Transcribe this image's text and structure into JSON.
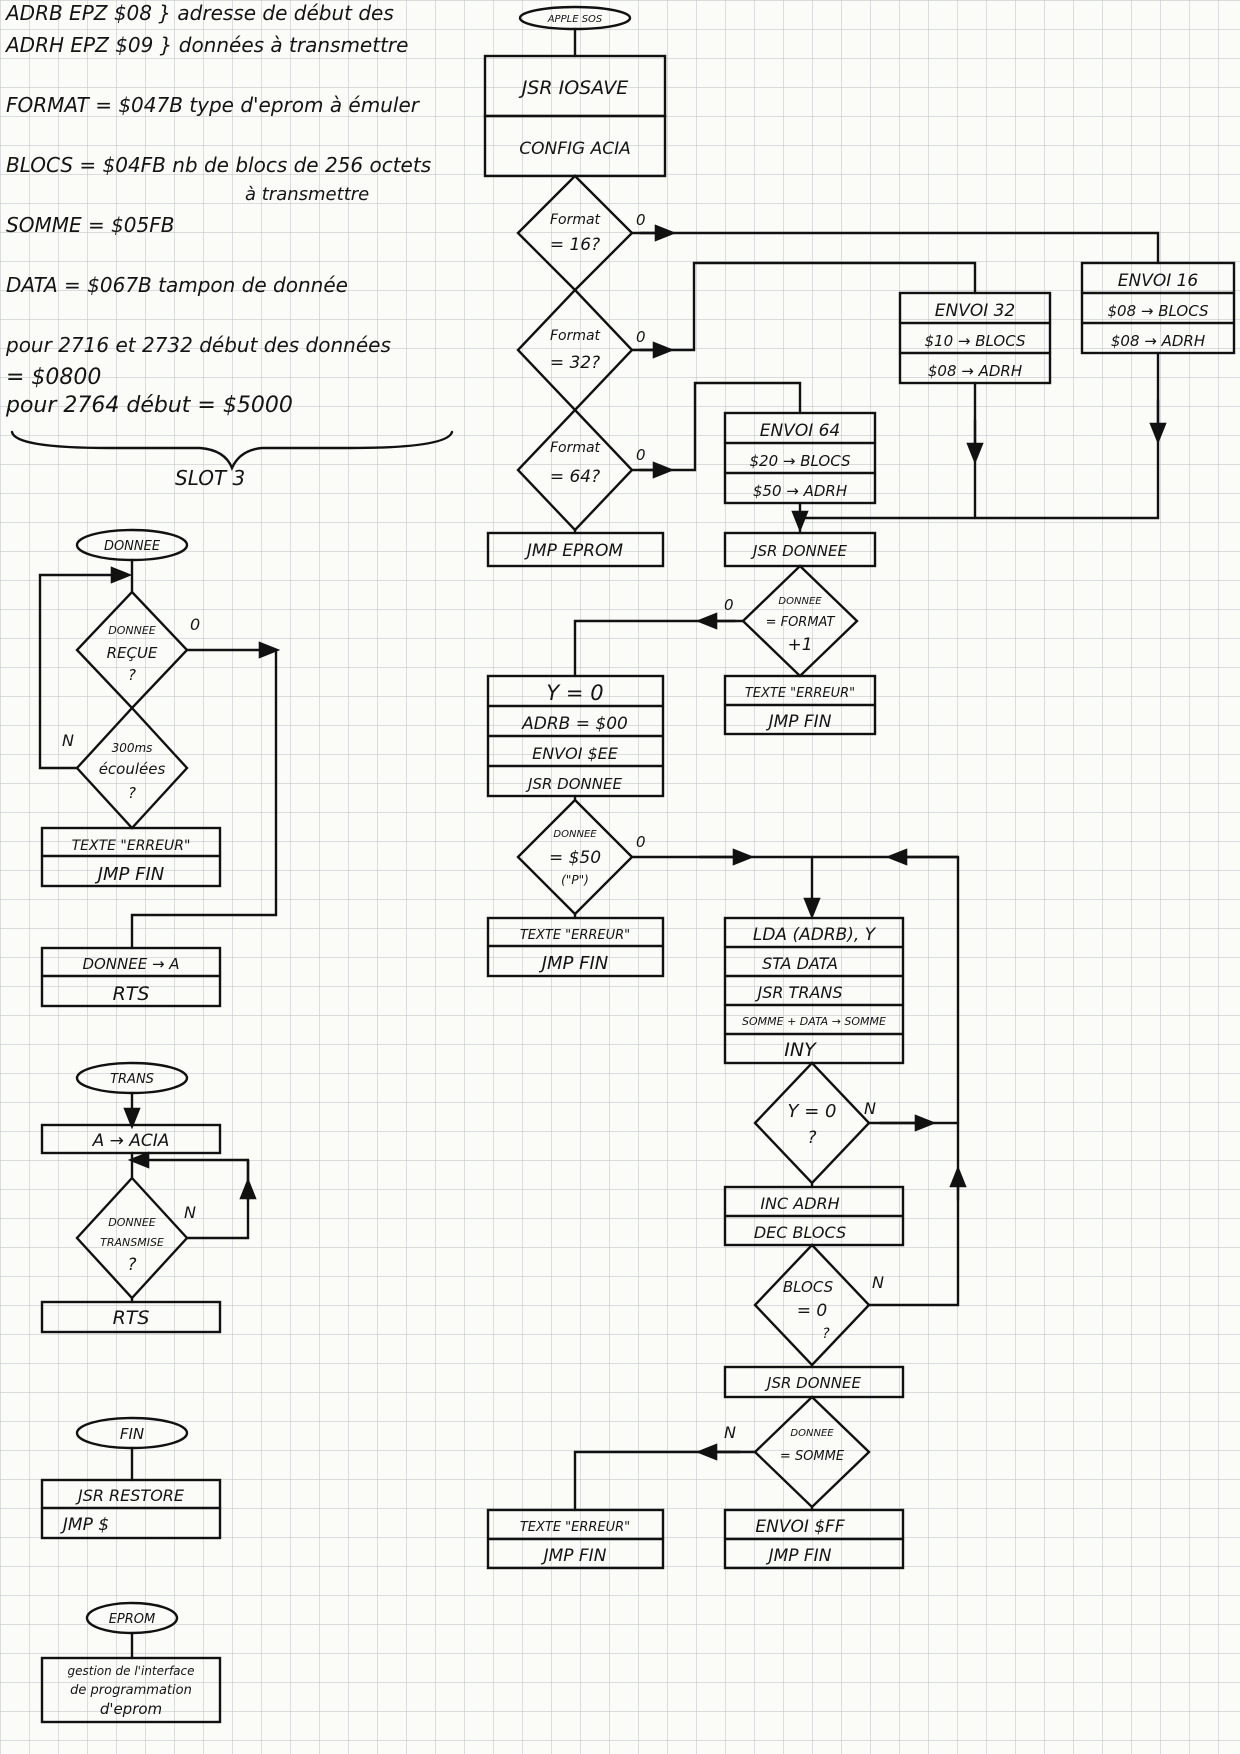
{
  "notes": {
    "line1": "ADRB  EPZ  $08 } adresse de début des",
    "line2": "ADRH  EPZ  $09 } données à transmettre",
    "format": "FORMAT  =  $047B  type d'eprom à émuler",
    "blocs": "BLOCS  =  $04FB  nb de blocs de 256 octets",
    "blocs2": "à transmettre",
    "somme": "SOMME  =  $05FB",
    "data": "DATA  =  $067B  tampon de donnée",
    "pour1": "pour 2716 et 2732  début des données",
    "pour1b": "= $0800",
    "pour2": "pour 2764  début = $5000",
    "slot": "SLOT 3"
  },
  "main": {
    "start": "APPLE SOS",
    "iosave": "JSR IOSAVE",
    "acia": "CONFIG ACIA",
    "f16": [
      "Format",
      "= 16?"
    ],
    "f32": [
      "Format",
      "= 32?"
    ],
    "f64": [
      "Format",
      "= 64?"
    ],
    "zero": "0",
    "jmp_eprom": "JMP EPROM",
    "e16": [
      "ENVOI 16",
      "$08 → BLOCS",
      "$08 → ADRH"
    ],
    "e32": [
      "ENVOI 32",
      "$10 → BLOCS",
      "$08 → ADRH"
    ],
    "e64": [
      "ENVOI 64",
      "$20 → BLOCS",
      "$50 → ADRH"
    ],
    "jsr_donnee": "JSR DONNEE",
    "d_fmt": [
      "DONNEE",
      "= FORMAT",
      "+1"
    ],
    "err1": [
      "TEXTE \"ERREUR\"",
      "JMP FIN"
    ],
    "init": [
      "Y = 0",
      "ADRB = $00",
      "ENVOI $EE",
      "JSR DONNEE"
    ],
    "d50": [
      "DONNEE",
      "= $50",
      "(\"P\")"
    ],
    "err2": [
      "TEXTE \"ERREUR\"",
      "JMP FIN"
    ],
    "loop": [
      "LDA (ADRB), Y",
      "STA DATA",
      "JSR TRANS",
      "SOMME + DATA → SOMME",
      "INY"
    ],
    "y0": [
      "Y = 0",
      "?"
    ],
    "n": "N",
    "inc": [
      "INC ADRH",
      "DEC BLOCS"
    ],
    "bl0": [
      "BLOCS",
      "= 0",
      "?"
    ],
    "jsr_donnee2": "JSR DONNEE",
    "dsom": [
      "DONNEE",
      "= SOMME"
    ],
    "err3": [
      "TEXTE \"ERREUR\"",
      "JMP FIN"
    ],
    "ff": [
      "ENVOI $FF",
      "JMP FIN"
    ]
  },
  "donnee": {
    "title": "DONNEE",
    "q1": [
      "DONNEE",
      "REÇUE",
      "?"
    ],
    "q2": [
      "300ms",
      "écoulées",
      "?"
    ],
    "err": [
      "TEXTE \"ERREUR\"",
      "JMP FIN"
    ],
    "ret": [
      "DONNEE → A",
      "RTS"
    ],
    "zero": "0",
    "n": "N"
  },
  "trans": {
    "title": "TRANS",
    "box": "A → ACIA",
    "q": [
      "DONNEE",
      "TRANSMISE",
      "?"
    ],
    "rts": "RTS",
    "n": "N"
  },
  "fin": {
    "title": "FIN",
    "a": "JSR RESTORE",
    "b": "JMP $"
  },
  "eprom": {
    "title": "EPROM",
    "t": [
      "gestion de l'interface",
      "de programmation",
      "d'eprom"
    ]
  }
}
